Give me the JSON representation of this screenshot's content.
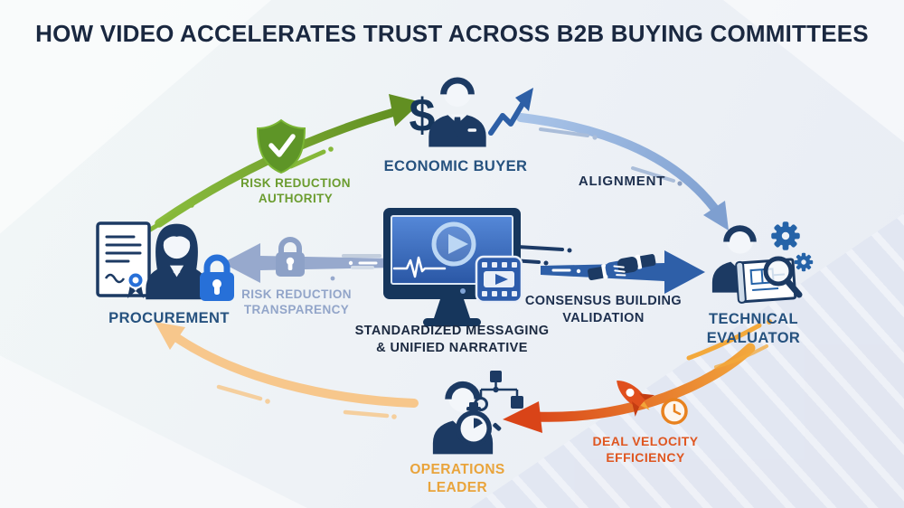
{
  "title": "HOW VIDEO ACCELERATES TRUST ACROSS B2B BUYING COMMITTEES",
  "nodes": {
    "economic_buyer": {
      "label": "ECONOMIC BUYER"
    },
    "technical_evaluator": {
      "label": "TECHNICAL\nEVALUATOR"
    },
    "operations_leader": {
      "label": "OPERATIONS\nLEADER"
    },
    "procurement": {
      "label": "PROCUREMENT"
    },
    "video_hub": {
      "label": "STANDARDIZED MESSAGING\n& UNIFIED NARRATIVE"
    }
  },
  "edges": {
    "risk_reduction_authority": {
      "label": "RISK REDUCTION\nAUTHORITY"
    },
    "alignment": {
      "label": "ALIGNMENT"
    },
    "consensus_building_validation": {
      "label": "CONSENSUS BUILDING\nVALIDATION"
    },
    "risk_reduction_transparency": {
      "label": "RISK REDUCTION\nTRANSPARENCY"
    },
    "deal_velocity_efficiency": {
      "label": "DEAL VELOCITY\nEFFICIENCY"
    }
  },
  "icons": {
    "dollar_sign": "$",
    "names": [
      "shield-check-icon",
      "trend-up-icon",
      "gears-icon",
      "magnifier-icon",
      "blueprint-icon",
      "handshake-icon",
      "lock-icon",
      "certificate-icon",
      "video-monitor-icon",
      "film-strip-icon",
      "flowchart-icon",
      "stopwatch-icon",
      "rocket-icon",
      "clock-icon"
    ]
  },
  "colors": {
    "title_navy": "#1a2840",
    "role_label_blue": "#26527f",
    "icon_navy": "#1c3a63",
    "green_arrow": "#74a62e",
    "green_label": "#6b9c2f",
    "light_blue_arrow": "#8fb0dc",
    "consensus_blue": "#2e5fa8",
    "slate_arrow": "#97a9cd",
    "slate_label": "#92a5c9",
    "deal_orange_start": "#f3aa3e",
    "deal_orange_end": "#d94418",
    "peach_arrow": "#f7c78c",
    "operations_amber": "#e9a43c",
    "deal_label_orange": "#df5620",
    "procurement_lock_blue": "#2770d8",
    "screen_blue": "#3d6dbd"
  }
}
